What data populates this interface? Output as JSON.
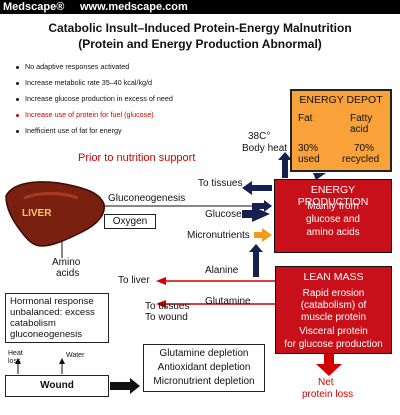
{
  "header": {
    "brand": "Medscape®",
    "url": "www.medscape.com"
  },
  "title": {
    "line1": "Catabolic Insult–Induced Protein-Energy Malnutrition",
    "line2": "(Protein and Energy Production Abnormal)"
  },
  "bullets": [
    "No adaptive responses activated",
    "Increase metabolic rate 35–40 kcal/kg/d",
    "Increase glucose production in excess of need",
    "Increase use of protein for fuel (glucose)",
    "Inefficient use of fat for energy"
  ],
  "energy_depot": {
    "title": "ENERGY DEPOT",
    "fat": "Fat",
    "fatty_acid_1": "Fatty",
    "fatty_acid_2": "acid",
    "pct_used": "30%",
    "used": "used",
    "pct_recycled": "70%",
    "recycled": "recycled"
  },
  "body_heat": {
    "temp": "38C°",
    "label": "Body heat"
  },
  "prior_label": "Prior to nutrition support",
  "to_tissues": "To tissues",
  "energy_production": {
    "title": "ENERGY PRODUCTION",
    "line1": "Mainly from",
    "line2": "glucose and",
    "line3": "amino acids"
  },
  "liver": {
    "label": "LIVER",
    "amino_1": "Amino",
    "amino_2": "acids"
  },
  "gluconeogenesis": "Gluconeogenesis",
  "oxygen": "Oxygen",
  "glucose": "Glucose",
  "micronutrients": "Micronutrients",
  "alanine": "Alanine",
  "to_liver": "To liver",
  "glutamine": "Glutamine",
  "to_tissues2": "To tissues",
  "to_wound": "To wound",
  "lean_mass": {
    "title": "LEAN MASS",
    "l1": "Rapid erosion",
    "l2": "(catabolism) of",
    "l3": "muscle protein",
    "l4": "Visceral protein",
    "l5": "for glucose production"
  },
  "hormonal": {
    "l1": "Hormonal response",
    "l2": "unbalanced: excess",
    "l3": "catabolism",
    "l4": "gluconeogenesis"
  },
  "heat_loss": {
    "l1": "Heat",
    "l2": "loss"
  },
  "water": "Water",
  "wound": "Wound",
  "depletion": {
    "l1": "Glutamine depletion",
    "l2": "Antioxidant depletion",
    "l3": "Micronutrient depletion"
  },
  "net_protein": {
    "l1": "Net",
    "l2": "protein loss"
  }
}
